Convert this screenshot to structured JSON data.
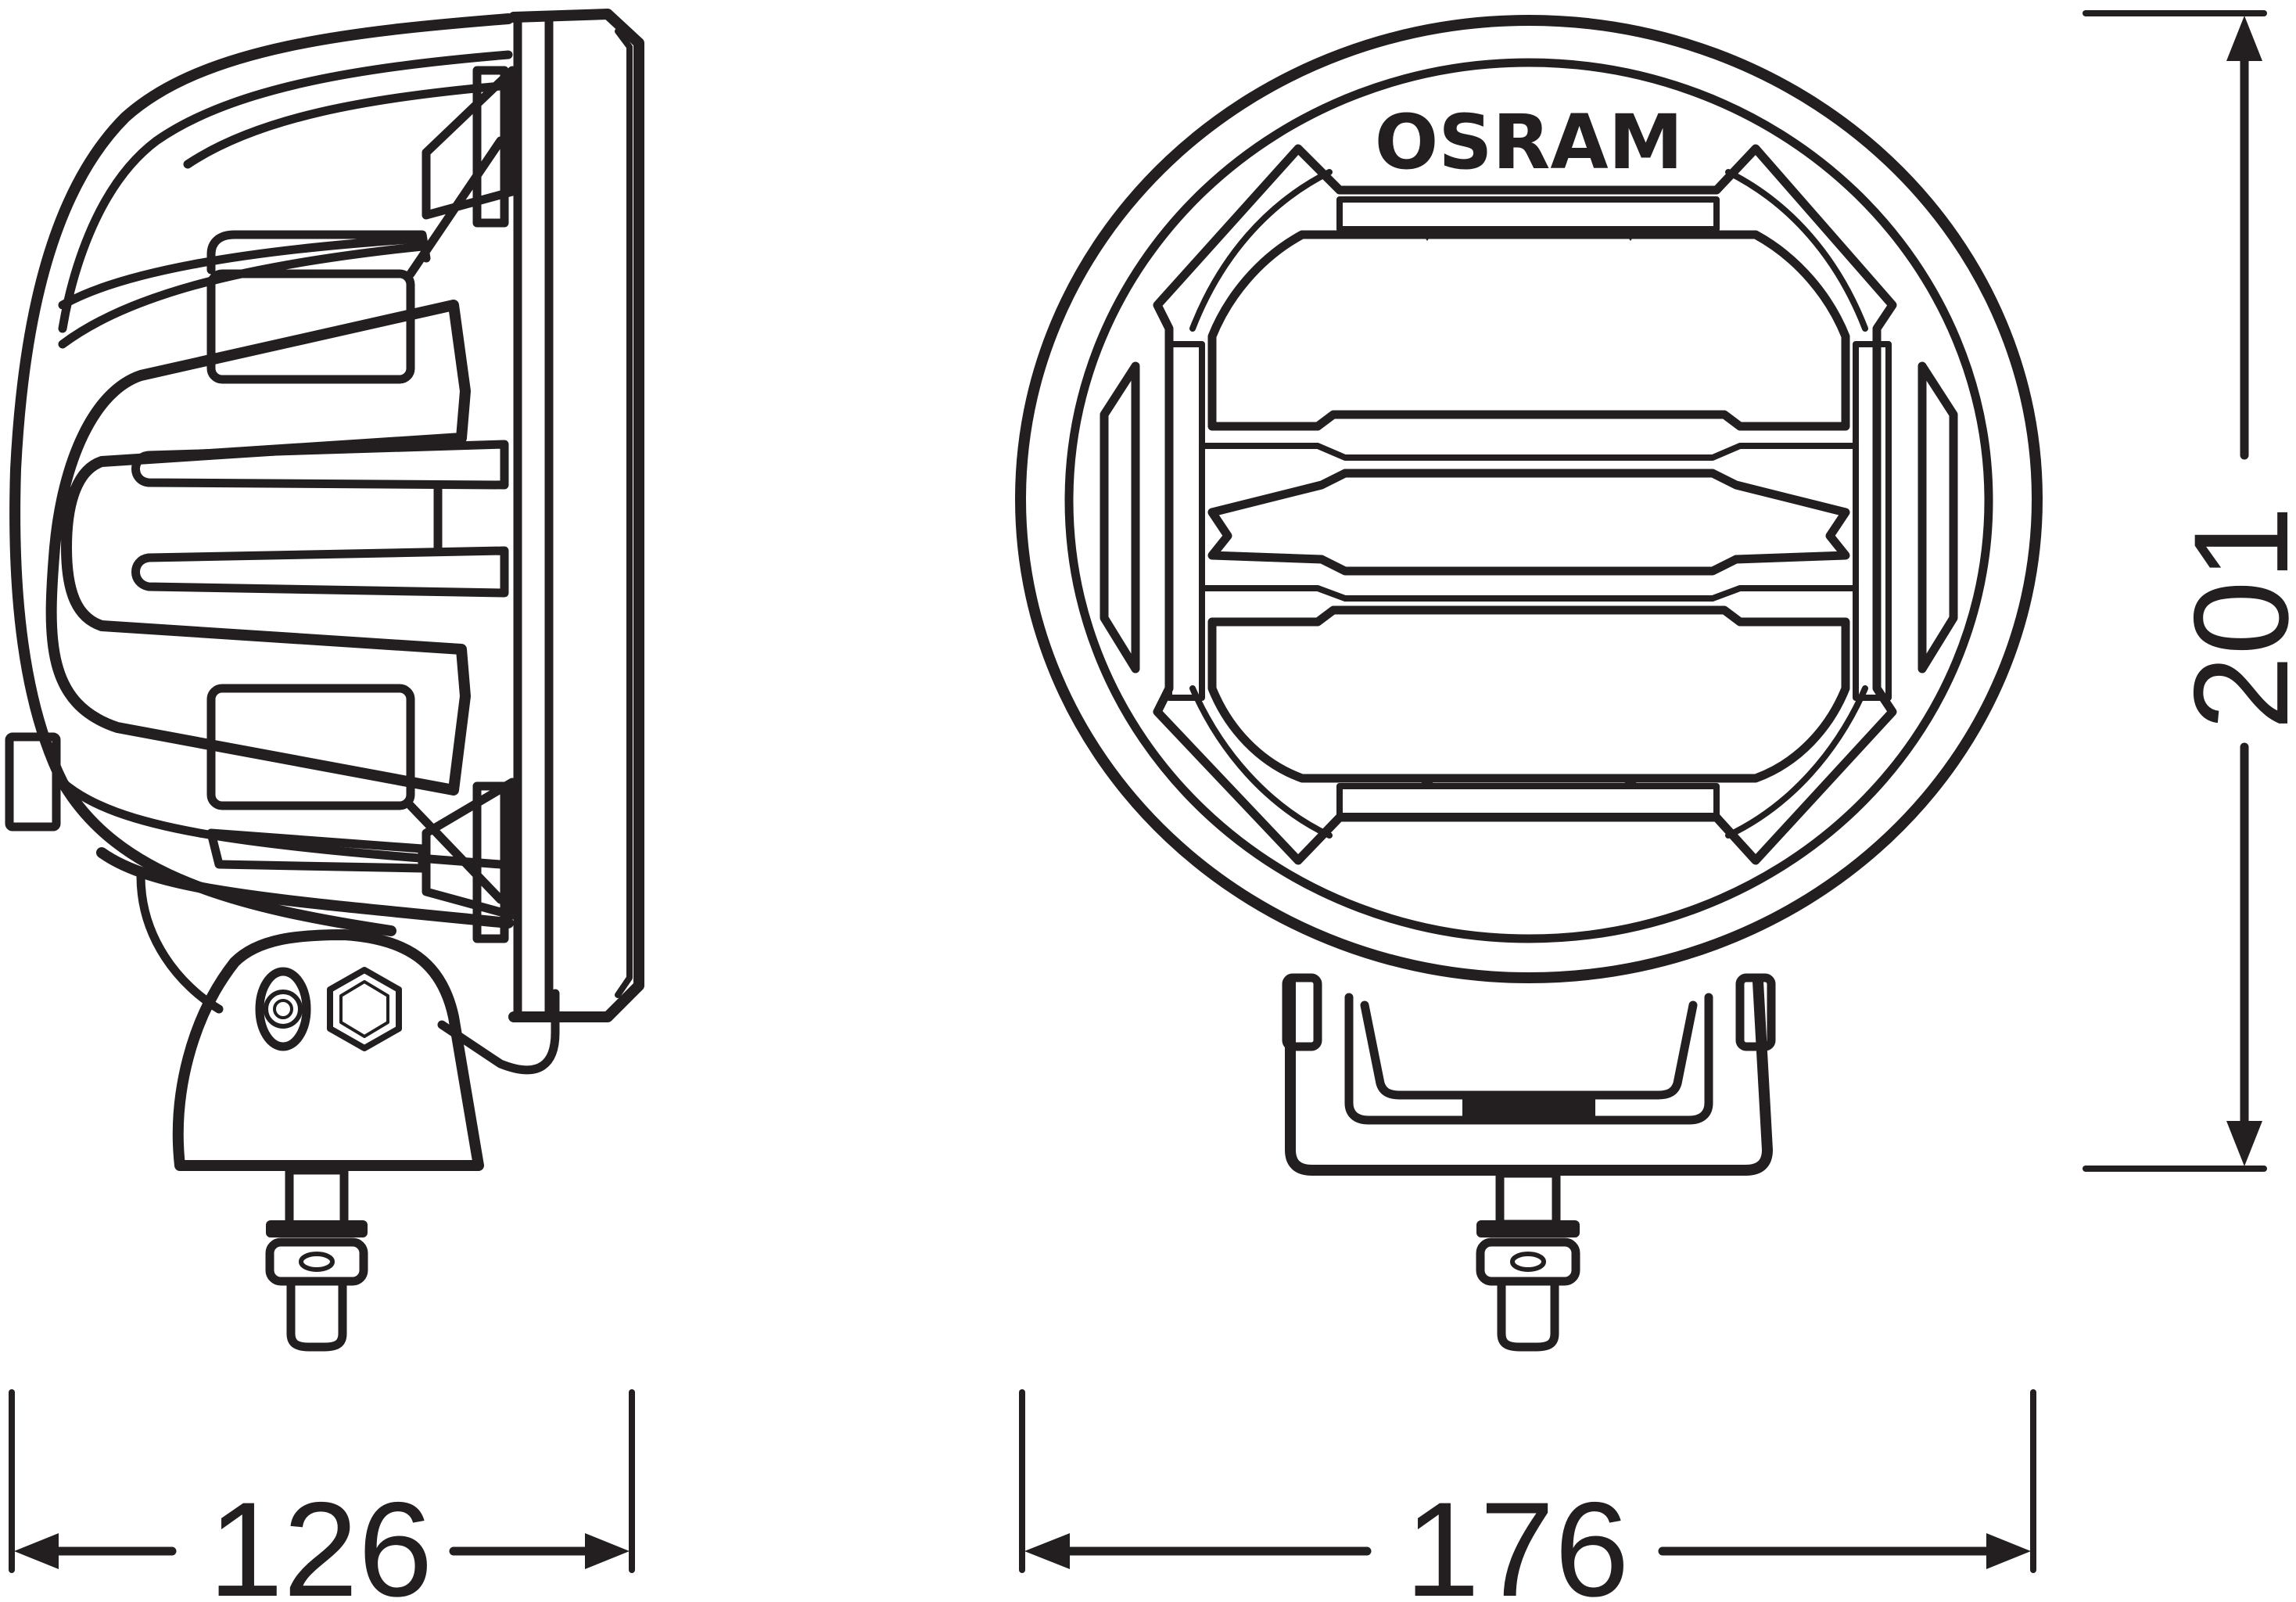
{
  "figure": {
    "type": "technical dimension drawing",
    "views": [
      "side-view",
      "front-view"
    ],
    "line_color": "#231f20",
    "background": "#ffffff"
  },
  "front_view": {
    "brand_label": "OSRAM"
  },
  "dimensions": {
    "side_depth": {
      "value": "126",
      "orientation": "horizontal"
    },
    "front_width": {
      "value": "176",
      "orientation": "horizontal"
    },
    "height": {
      "value": "201",
      "orientation": "vertical"
    }
  }
}
